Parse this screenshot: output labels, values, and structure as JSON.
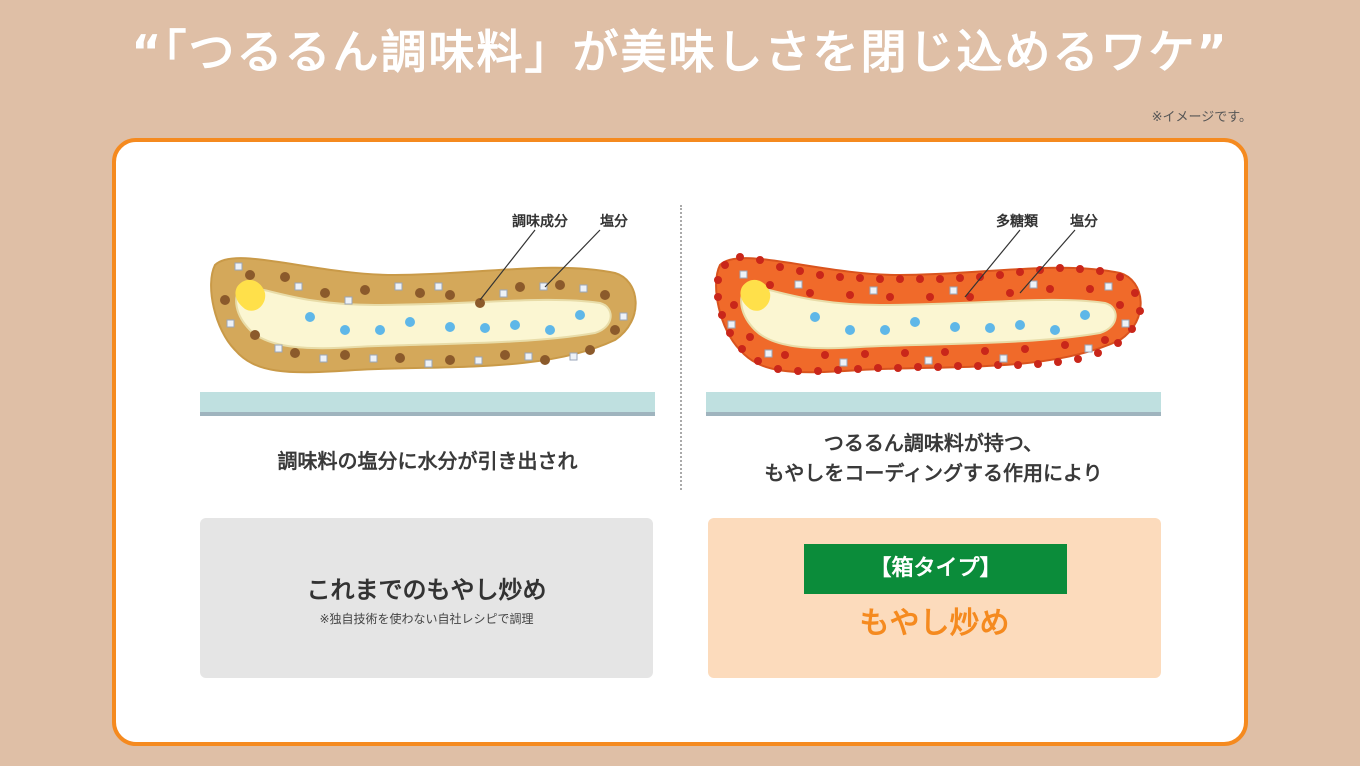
{
  "title": "“「つるるん調味料」が美味しさを閉じ込めるワケ”",
  "note": "※イメージです。",
  "left": {
    "callout_seasoning": "調味成分",
    "callout_salt": "塩分",
    "caption": "調味料の塩分に水分が引き出され",
    "box_title": "これまでのもやし炒め",
    "box_note": "※独自技術を使わない自社レシピで調理"
  },
  "right": {
    "callout_polysaccharide": "多糖類",
    "callout_salt": "塩分",
    "caption_line1": "つるるん調味料が持つ、",
    "caption_line2": "もやしをコーディングする作用により",
    "badge": "【箱タイプ】",
    "box_title": "もやし炒め"
  },
  "colors": {
    "background": "#dfbfa6",
    "card_border": "#f58a1f",
    "coating_left": "#d4a85a",
    "coating_right": "#f06a2a",
    "badge": "#0b8c3a",
    "accent_orange": "#f58a1f"
  }
}
